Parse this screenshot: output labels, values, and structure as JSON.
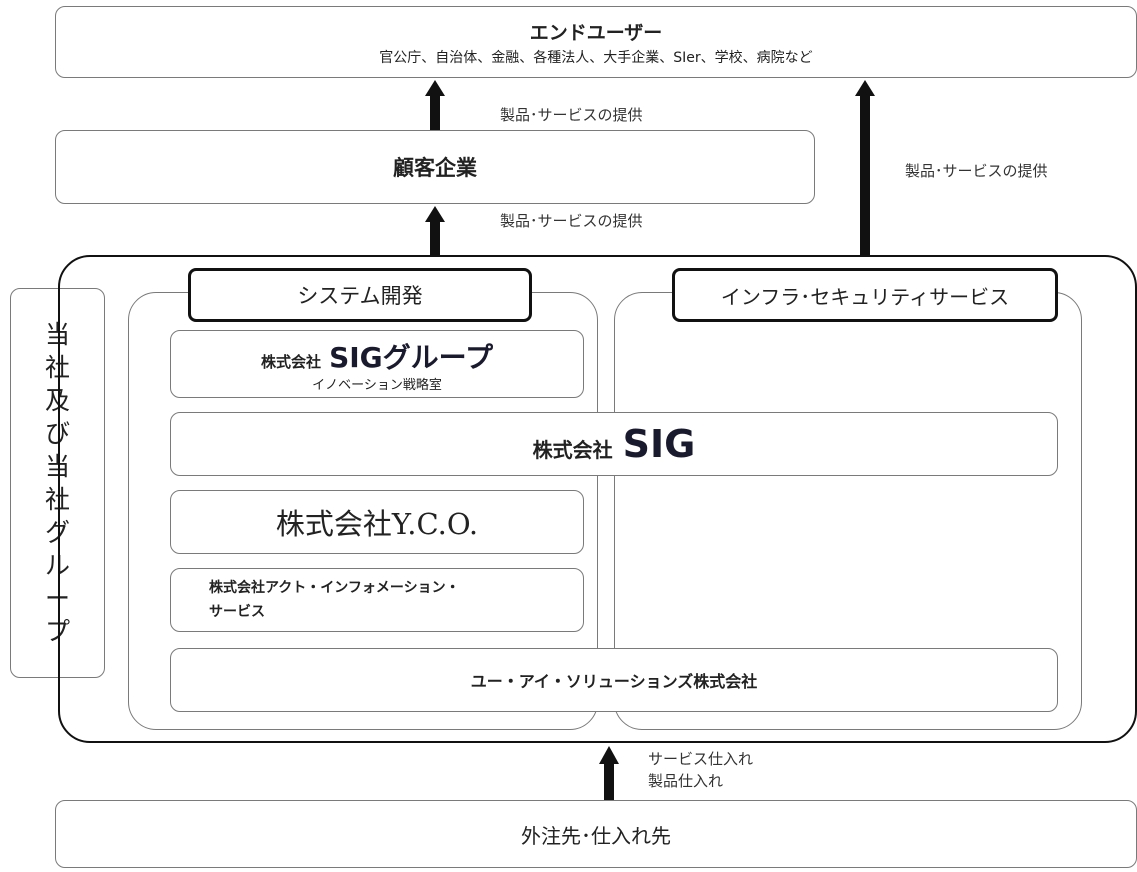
{
  "end_user": {
    "title": "エンドユーザー",
    "subtitle": "官公庁、自治体、金融、各種法人、大手企業、SIer、学校、病院など"
  },
  "client": {
    "title": "顧客企業"
  },
  "supplier": {
    "title": "外注先･仕入れ先"
  },
  "group_label": "当社及び当社グループ",
  "arrows": {
    "client_to_enduser": "製品･サービスの提供",
    "group_to_client": "製品･サービスの提供",
    "group_to_enduser": "製品･サービスの提供",
    "supplier_to_group_line1": "サービス仕入れ",
    "supplier_to_group_line2": "製品仕入れ"
  },
  "segments": {
    "system_dev": "システム開発",
    "infra_security": "インフラ･セキュリティサービス"
  },
  "companies": {
    "sig_group_prefix": "株式会社",
    "sig_group_brand": "SIGグループ",
    "sig_group_dept": "イノベーション戦略室",
    "sig_prefix": "株式会社",
    "sig_brand": "SIG",
    "yco": "株式会社Y.C.O.",
    "act_line1": "株式会社アクト・インフォメーション・",
    "act_line2": "サービス",
    "ui_solutions": "ユー・アイ・ソリューションズ株式会社"
  }
}
